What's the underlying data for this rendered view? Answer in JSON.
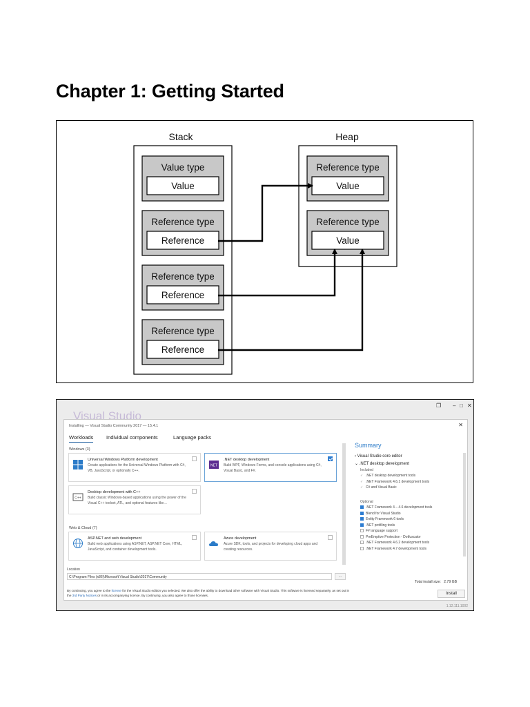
{
  "chapter": {
    "title": "Chapter 1: Getting Started"
  },
  "diagram": {
    "stack_label": "Stack",
    "heap_label": "Heap",
    "stack_boxes": [
      {
        "header": "Value type",
        "inner": "Value"
      },
      {
        "header": "Reference type",
        "inner": "Reference"
      },
      {
        "header": "Reference type",
        "inner": "Reference"
      },
      {
        "header": "Reference type",
        "inner": "Reference"
      }
    ],
    "heap_boxes": [
      {
        "header": "Reference type",
        "inner": "Value"
      },
      {
        "header": "Reference type",
        "inner": "Value"
      }
    ],
    "colors": {
      "box_fill": "#c8c8c8",
      "inner_fill": "#ffffff",
      "stroke": "#000000"
    }
  },
  "installer": {
    "brand": "Visual Studio",
    "window_controls": [
      "restore-icon",
      "minimize-icon",
      "maximize-icon",
      "close-icon"
    ],
    "dialog_title": "Installing — Visual Studio Community 2017 — 15.4.1",
    "tabs": [
      "Workloads",
      "Individual components",
      "Language packs"
    ],
    "sections": {
      "windows": "Windows (3)",
      "web_cloud": "Web & Cloud (7)"
    },
    "workloads": [
      {
        "title": "Universal Windows Platform development",
        "desc": "Create applications for the Universal Windows Platform with C#, VB, JavaScript, or optionally C++.",
        "checked": false,
        "icon": "windows-logo-icon"
      },
      {
        "title": ".NET desktop development",
        "desc": "Build WPF, Windows Forms, and console applications using C#, Visual Basic, and F#.",
        "checked": true,
        "icon": "dotnet-icon"
      },
      {
        "title": "Desktop development with C++",
        "desc": "Build classic Windows-based applications using the power of the Visual C++ toolset, ATL, and optional features like…",
        "checked": false,
        "icon": "cpp-icon"
      },
      {
        "title": "ASP.NET and web development",
        "desc": "Build web applications using ASP.NET, ASP.NET Core, HTML, JavaScript, and container development tools.",
        "checked": false,
        "icon": "globe-icon"
      },
      {
        "title": "Azure development",
        "desc": "Azure SDK, tools, and projects for developing cloud apps and creating resources.",
        "checked": false,
        "icon": "azure-cloud-icon"
      }
    ],
    "summary": {
      "heading": "Summary",
      "core_editor": "Visual Studio core editor",
      "workload": ".NET desktop development",
      "included_label": "Included",
      "included": [
        ".NET desktop development tools",
        ".NET Framework 4.6.1 development tools",
        "C# and Visual Basic"
      ],
      "optional_label": "Optional",
      "optional": [
        {
          "label": ".NET Framework 4 – 4.6 development tools",
          "checked": true
        },
        {
          "label": "Blend for Visual Studio",
          "checked": true
        },
        {
          "label": "Entity Framework 6 tools",
          "checked": true
        },
        {
          "label": ".NET profiling tools",
          "checked": true
        },
        {
          "label": "F# language support",
          "checked": false
        },
        {
          "label": "PreEmptive Protection - Dotfuscator",
          "checked": false
        },
        {
          "label": ".NET Framework 4.6.2 development tools",
          "checked": false
        },
        {
          "label": ".NET Framework 4.7 development tools",
          "checked": false
        }
      ]
    },
    "location": {
      "label": "Location",
      "path": "C:\\Program Files (x86)\\Microsoft Visual Studio\\2017\\Community",
      "browse": "..."
    },
    "legal": {
      "part1": "By continuing, you agree to the ",
      "license_link": "license",
      "part2": " for the Visual Studio edition you selected. We also offer the ability to download other software with Visual Studio. This software is licensed separately, as set out in the ",
      "notices_link": "3rd Party Notices",
      "part3": " or in its accompanying license. By continuing, you also agree to those licenses."
    },
    "total_size_label": "Total install size:",
    "total_size_value": "2.79 GB",
    "install_button": "Install",
    "version": "1.12.111.1002"
  }
}
